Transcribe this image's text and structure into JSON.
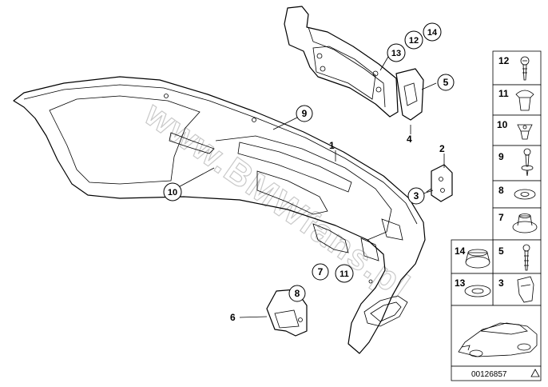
{
  "diagram": {
    "watermark": "www.BMWfans.pl",
    "catalog_code": "00126857",
    "callouts": [
      {
        "id": "c1",
        "label": "1"
      },
      {
        "id": "c2",
        "label": "2"
      },
      {
        "id": "c3",
        "label": "3"
      },
      {
        "id": "c4",
        "label": "4"
      },
      {
        "id": "c5",
        "label": "5"
      },
      {
        "id": "c6",
        "label": "6"
      },
      {
        "id": "c7",
        "label": "7"
      },
      {
        "id": "c8",
        "label": "8"
      },
      {
        "id": "c9",
        "label": "9"
      },
      {
        "id": "c10",
        "label": "10"
      },
      {
        "id": "c11",
        "label": "11"
      },
      {
        "id": "c12",
        "label": "12"
      },
      {
        "id": "c13",
        "label": "13"
      },
      {
        "id": "c14",
        "label": "14"
      }
    ],
    "side_panel": [
      {
        "label": "12"
      },
      {
        "label": "11"
      },
      {
        "label": "10"
      },
      {
        "label": "9"
      },
      {
        "label": "8"
      },
      {
        "label": "7"
      },
      {
        "label": "5"
      },
      {
        "label": "3"
      },
      {
        "label": "14"
      },
      {
        "label": "13"
      }
    ]
  }
}
